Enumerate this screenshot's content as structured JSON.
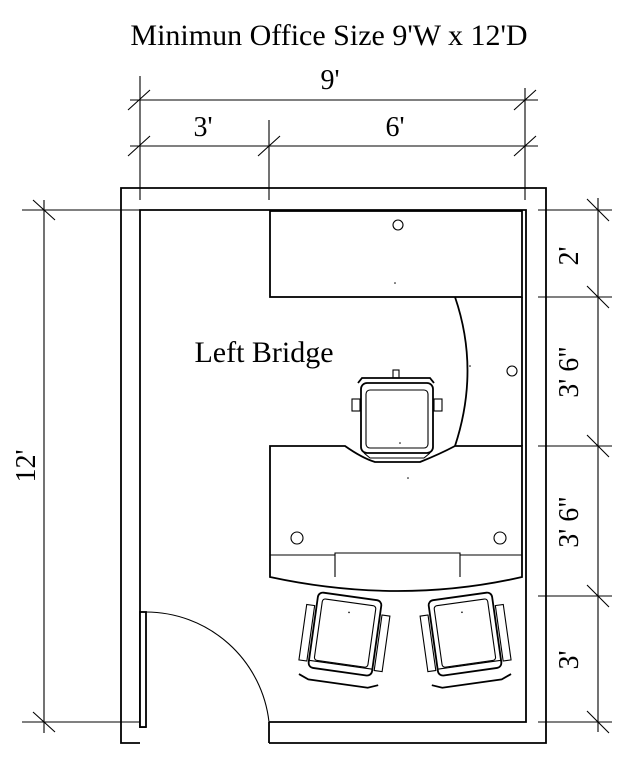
{
  "title": "Minimun Office Size 9'W x 12'D",
  "room_label": "Left Bridge",
  "dimensions": {
    "top_overall": "9'",
    "top_left": "3'",
    "top_right": "6'",
    "left_overall": "12'",
    "right_segments": [
      "2'",
      "3' 6\"",
      "3' 6\"",
      "3'"
    ]
  }
}
